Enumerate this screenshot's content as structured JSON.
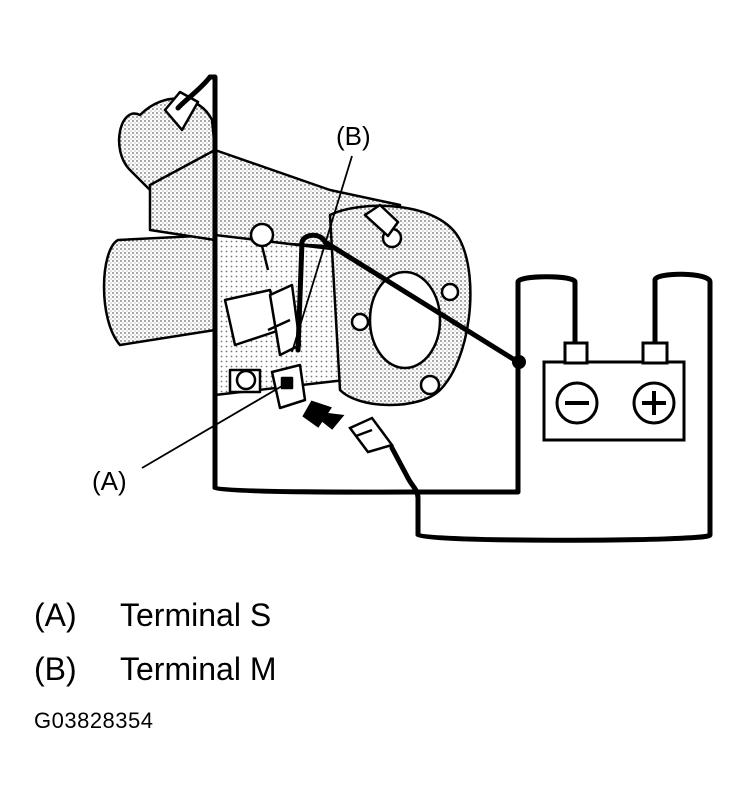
{
  "callouts": {
    "a": "(A)",
    "b": "(B)"
  },
  "legend": [
    {
      "key": "(A)",
      "text": "Terminal S"
    },
    {
      "key": "(B)",
      "text": "Terminal M"
    }
  ],
  "figure_id": "G03828354",
  "colors": {
    "ink": "#000000",
    "paper": "#ffffff",
    "shade": "#bdbdbd"
  }
}
